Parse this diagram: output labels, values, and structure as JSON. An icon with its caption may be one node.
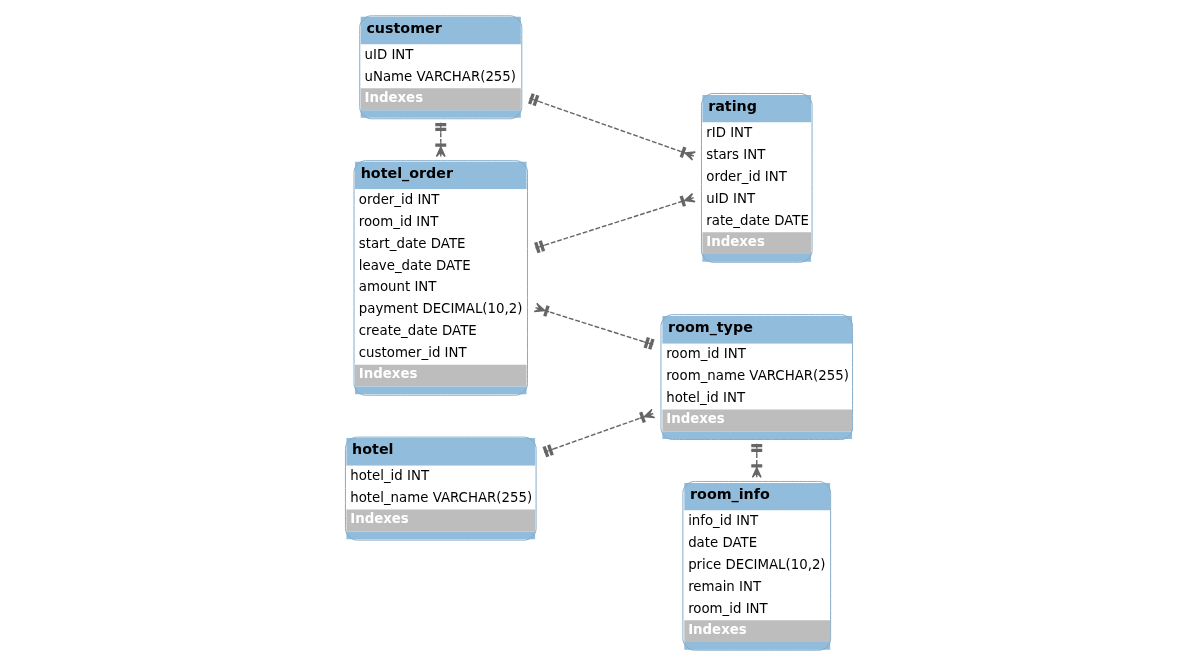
{
  "diagram": {
    "nodes": [
      {
        "text": [
          "customer",
          "uID INT",
          "uName VARCHAR(255)",
          "Indexes"
        ]
      },
      {
        "text": [
          "rating",
          "rID INT",
          "stars INT",
          "order_id INT",
          "uID INT",
          "rate_date DATE",
          "Indexes"
        ]
      },
      {
        "text": [
          "hotel_order",
          "order_id INT",
          "room_id INT",
          "start_date DATE",
          "leave_date DATE",
          "amount INT",
          "payment DECIMAL(10,2)",
          "create_date DATE",
          "customer_id INT",
          "Indexes"
        ]
      },
      {
        "text": [
          "room_info",
          "info_id INT",
          "date DATE",
          "price DECIMAL(10,2)",
          "remain INT",
          "room_id INT",
          "Indexes"
        ]
      },
      {
        "text": [
          "hotel",
          "hotel_id INT",
          "hotel_name VARCHAR(255)",
          "Indexes"
        ]
      },
      {
        "text": [
          "room_type",
          "room_id INT",
          "room_name VARCHAR(255)",
          "hotel_id INT",
          "Indexes"
        ]
      }
    ],
    "edges": [
      {
        "from": 0,
        "to": 1,
        "arrow": "other",
        "style": "dashed"
      },
      {
        "from": 0,
        "to": 2,
        "arrow": "other",
        "style": "dashed"
      },
      {
        "from": 2,
        "to": 1,
        "arrow": "other",
        "style": "dashed"
      },
      {
        "from": 5,
        "to": 2,
        "arrow": "other",
        "style": "dashed"
      },
      {
        "from": 5,
        "to": 3,
        "arrow": "other",
        "style": "dashed"
      },
      {
        "from": 4,
        "to": 5,
        "arrow": "other",
        "style": "dashed"
      }
    ]
  }
}
